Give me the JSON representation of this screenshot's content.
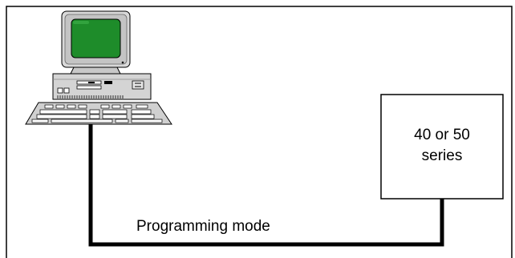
{
  "device": {
    "line1": "40 or 50",
    "line2": "series"
  },
  "connection": {
    "label": "Programming mode"
  },
  "icons": {
    "computer": "desktop-computer-icon"
  },
  "colors": {
    "screen": "#1e8c2a",
    "line": "#000000",
    "computer_body": "#d4d4d4"
  }
}
